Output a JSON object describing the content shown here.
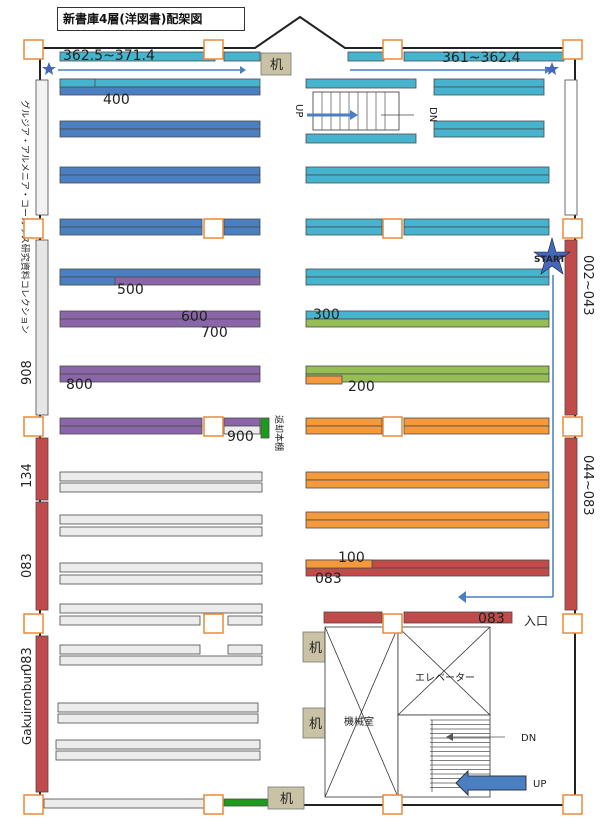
{
  "title": "新書庫4層(洋図書)配架図",
  "labels": {
    "range_top_left": "362.5~371.4",
    "range_top_right": "361~362.4",
    "n400": "400",
    "n500": "500",
    "n600": "600",
    "n700": "700",
    "n800": "800",
    "n900": "900",
    "n300": "300",
    "n200": "200",
    "n100": "100",
    "n083_mid": "083",
    "n083_entrance": "083",
    "side_002_043": "002~043",
    "side_044_083": "044~083",
    "side_908": "908",
    "side_134": "134",
    "side_083_a": "083",
    "side_083_b": "083",
    "side_gakuironbun": "Gakuironbun",
    "collection": "グルジア・アルメニア・コーカサス研究資料コレクション",
    "start": "START",
    "up_stair": "UP",
    "dn_stair": "DN",
    "desk": "机",
    "return_shelf": "返却本棚",
    "entrance": "入口",
    "elevator": "エレベーター",
    "machine_room": "機械室",
    "dn_lower": "DN",
    "up_lower": "UP"
  },
  "colors": {
    "blue": "#4a7fc1",
    "teal": "#46b4cf",
    "purple": "#8a66a8",
    "green": "#95bf55",
    "orange": "#f59a3c",
    "red": "#c14b4b",
    "gray": "#ececec",
    "pillar": "#e88a3a",
    "desk": "#c9c2a4",
    "dark_green": "#1e9a1e",
    "star": "#4466bb"
  }
}
